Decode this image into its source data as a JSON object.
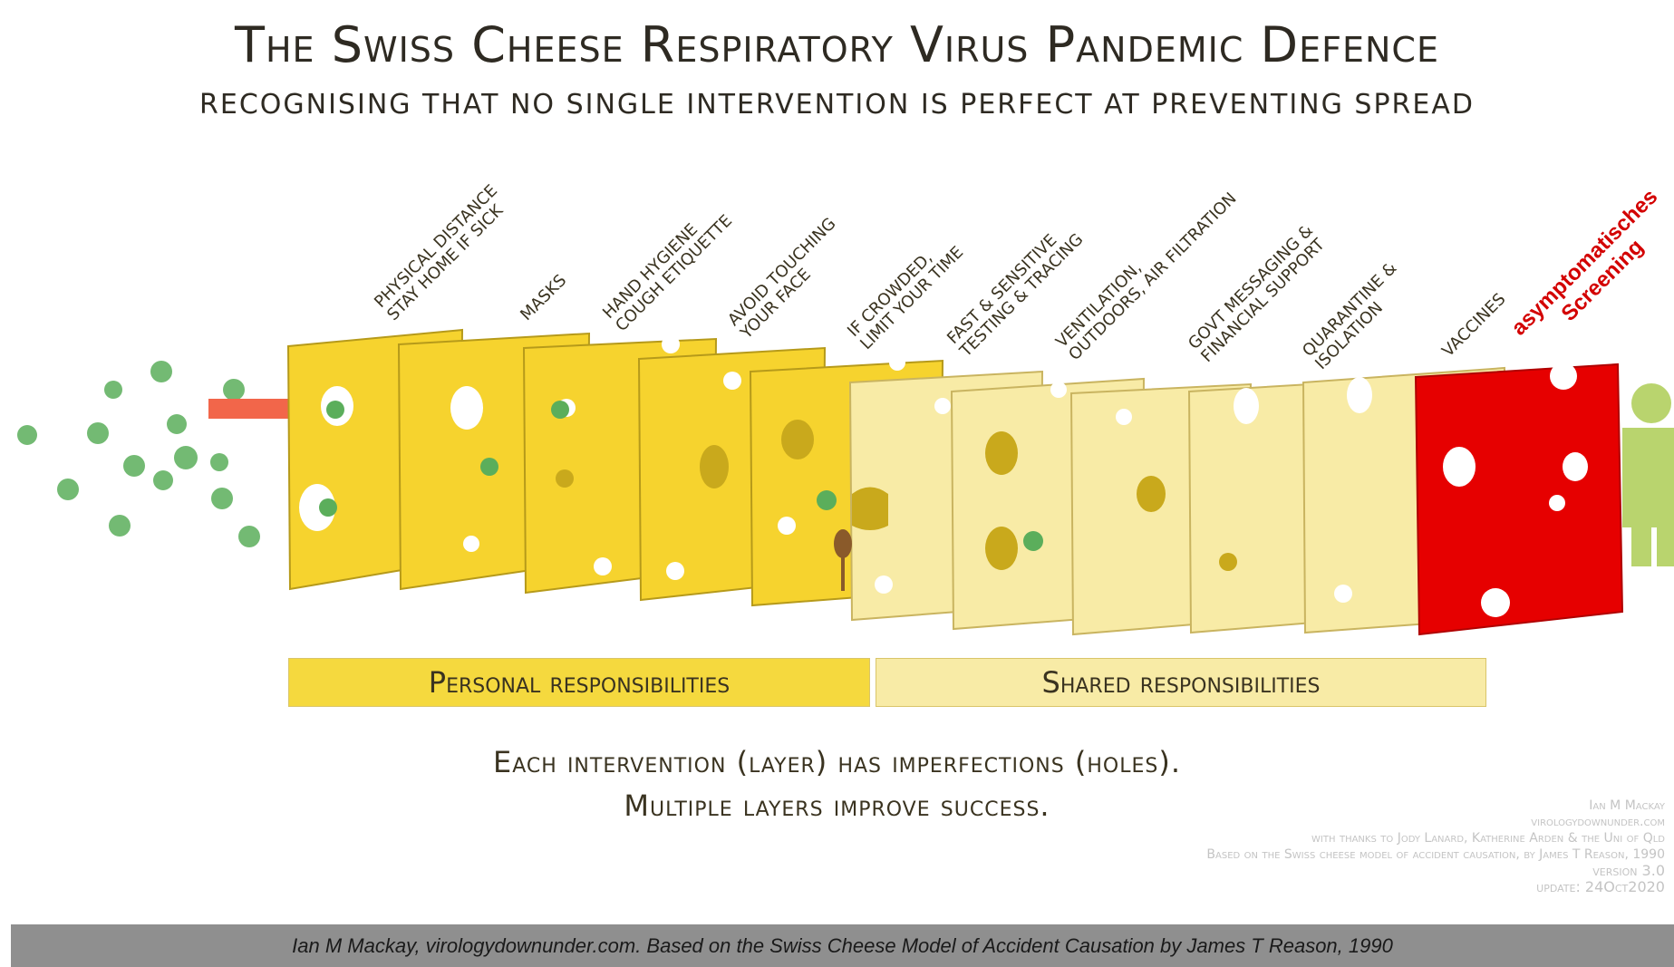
{
  "title": "The Swiss Cheese Respiratory Virus Pandemic Defence",
  "subtitle": "RECOGNISING THAT NO SINGLE INTERVENTION IS PERFECT AT PREVENTING SPREAD",
  "layers": [
    {
      "label": "PHYSICAL DISTANCE\nSTAY HOME IF SICK"
    },
    {
      "label": "MASKS"
    },
    {
      "label": "HAND HYGIENE\nCOUGH ETIQUETTE"
    },
    {
      "label": "AVOID TOUCHING\nYOUR FACE"
    },
    {
      "label": "IF CROWDED,\nLIMIT YOUR TIME"
    },
    {
      "label": "FAST & SENSITIVE\nTESTING & TRACING"
    },
    {
      "label": "VENTILATION,\nOUTDOORS, AIR FILTRATION"
    },
    {
      "label": "GOVT MESSAGING &\nFINANCIAL SUPPORT"
    },
    {
      "label": "QUARANTINE &\nISOLATION"
    },
    {
      "label": "VACCINES"
    },
    {
      "label": "asymptomatisches\nScreening"
    }
  ],
  "responsibilities": {
    "personal": "Personal responsibilities",
    "shared": "Shared responsibilities"
  },
  "caption": {
    "line1": "Each intervention (layer) has imperfections (holes).",
    "line2": "Multiple layers improve success."
  },
  "credits": {
    "author": "Ian M Mackay",
    "site": "virologydownunder.com",
    "thanks": "with thanks to Jody Lanard, Katherine Arden & the Uni of Qld",
    "based_on": "Based on the Swiss cheese model of accident causation, by James T Reason, 1990",
    "version": "version 3.0",
    "update": "update: 24Oct2020"
  },
  "footer": "Ian M Mackay, virologydownunder.com. Based on the Swiss Cheese Model of Accident Causation by James T Reason, 1990",
  "colors": {
    "personal": "#f5d93e",
    "shared": "#f8eba6",
    "added_layer": "#e60000",
    "virus": "#4fa84f",
    "arrow": "#f2664a"
  }
}
